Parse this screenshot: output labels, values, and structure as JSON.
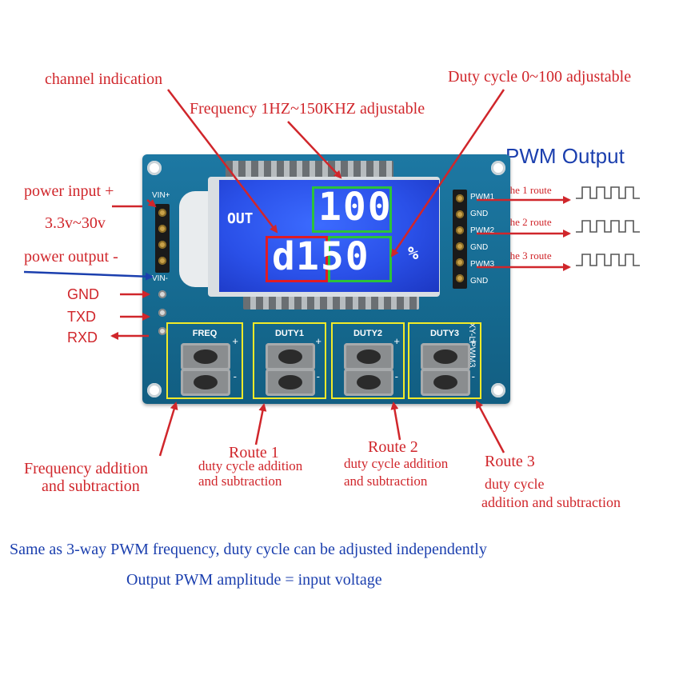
{
  "annotations": {
    "channel_indication": "channel indication",
    "duty_range": "Duty cycle 0~100 adjustable",
    "freq_range": "Frequency 1HZ~150KHZ adjustable",
    "power_input": "power input +",
    "voltage_range": "3.3v~30v",
    "power_output": "power output -",
    "gnd": "GND",
    "txd": "TXD",
    "rxd": "RXD",
    "pwm_output": "PWM Output",
    "route1_out": "the 1 route",
    "route2_out": "the 2 route",
    "route3_out": "the 3 route",
    "freq_adj_line1": "Frequency addition",
    "freq_adj_line2": "and subtraction",
    "route1_title": "Route 1",
    "route1_line1": "duty cycle addition",
    "route1_line2": "and subtraction",
    "route2_title": "Route 2",
    "route2_line1": "duty cycle addition",
    "route2_line2": "and subtraction",
    "route3_title": "Route 3",
    "route3_line1": "duty cycle",
    "route3_line2": "addition and subtraction"
  },
  "footer": {
    "line1": "Same as 3-way PWM frequency, duty cycle can be adjusted independently",
    "line2": "Output PWM amplitude = input voltage"
  },
  "board": {
    "vin_plus": "VIN+",
    "vin_minus": "VIN-",
    "model": "XY-LPWM3",
    "pins": [
      "PWM1",
      "GND",
      "PWM2",
      "GND",
      "PWM3",
      "GND"
    ],
    "buttons": [
      "FREQ",
      "DUTY1",
      "DUTY2",
      "DUTY3"
    ],
    "plus_sign": "+",
    "minus_sign": "-"
  },
  "lcd": {
    "out_label": "OUT",
    "top_value": "100",
    "channel": "d",
    "bottom_value": "150",
    "unit": "%"
  },
  "colors": {
    "annotation_red": "#d0262b",
    "annotation_blue": "#1b3fae",
    "lcd_blue": "#2a50e8",
    "box_red": "#e01b24",
    "box_green": "#2cc23a",
    "box_yellow": "#f2ea28"
  }
}
